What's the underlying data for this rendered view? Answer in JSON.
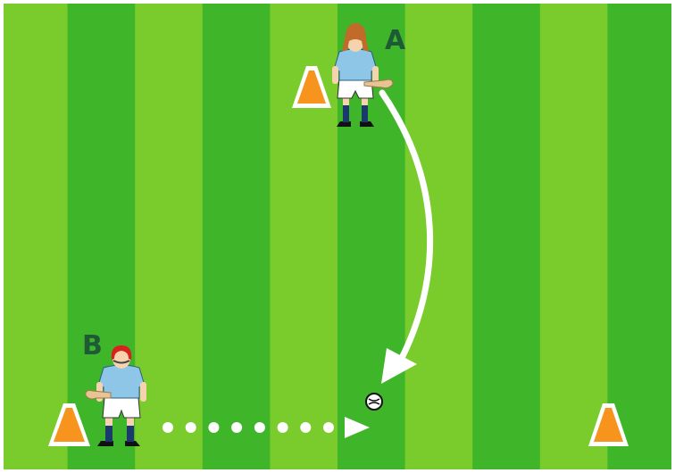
{
  "diagram": {
    "colors": {
      "stripe_light": "#7acb2c",
      "stripe_dark": "#3fb52a",
      "border": "#ffffff",
      "cone": "#f7941d",
      "cone_outline": "#ffffff",
      "jersey": "#8ec6e8",
      "shorts": "#ffffff",
      "skin": "#f6d3ae",
      "hurley": "#e6c493",
      "helmet": "#d9221c",
      "hair": "#c06b2a",
      "label": "#1f5a36",
      "arrow": "#ffffff",
      "ball": "#ffffff"
    },
    "players": [
      {
        "id": "player-a",
        "label": "A",
        "head": "hair"
      },
      {
        "id": "player-b",
        "label": "B",
        "head": "helmet"
      }
    ],
    "cones": [
      "cone-top",
      "cone-bottom-left",
      "cone-bottom-right"
    ],
    "icons": {
      "run_path": "curved-arrow-icon",
      "pass_path": "dotted-arrow-icon",
      "ball": "sliotar-ball-icon"
    }
  }
}
